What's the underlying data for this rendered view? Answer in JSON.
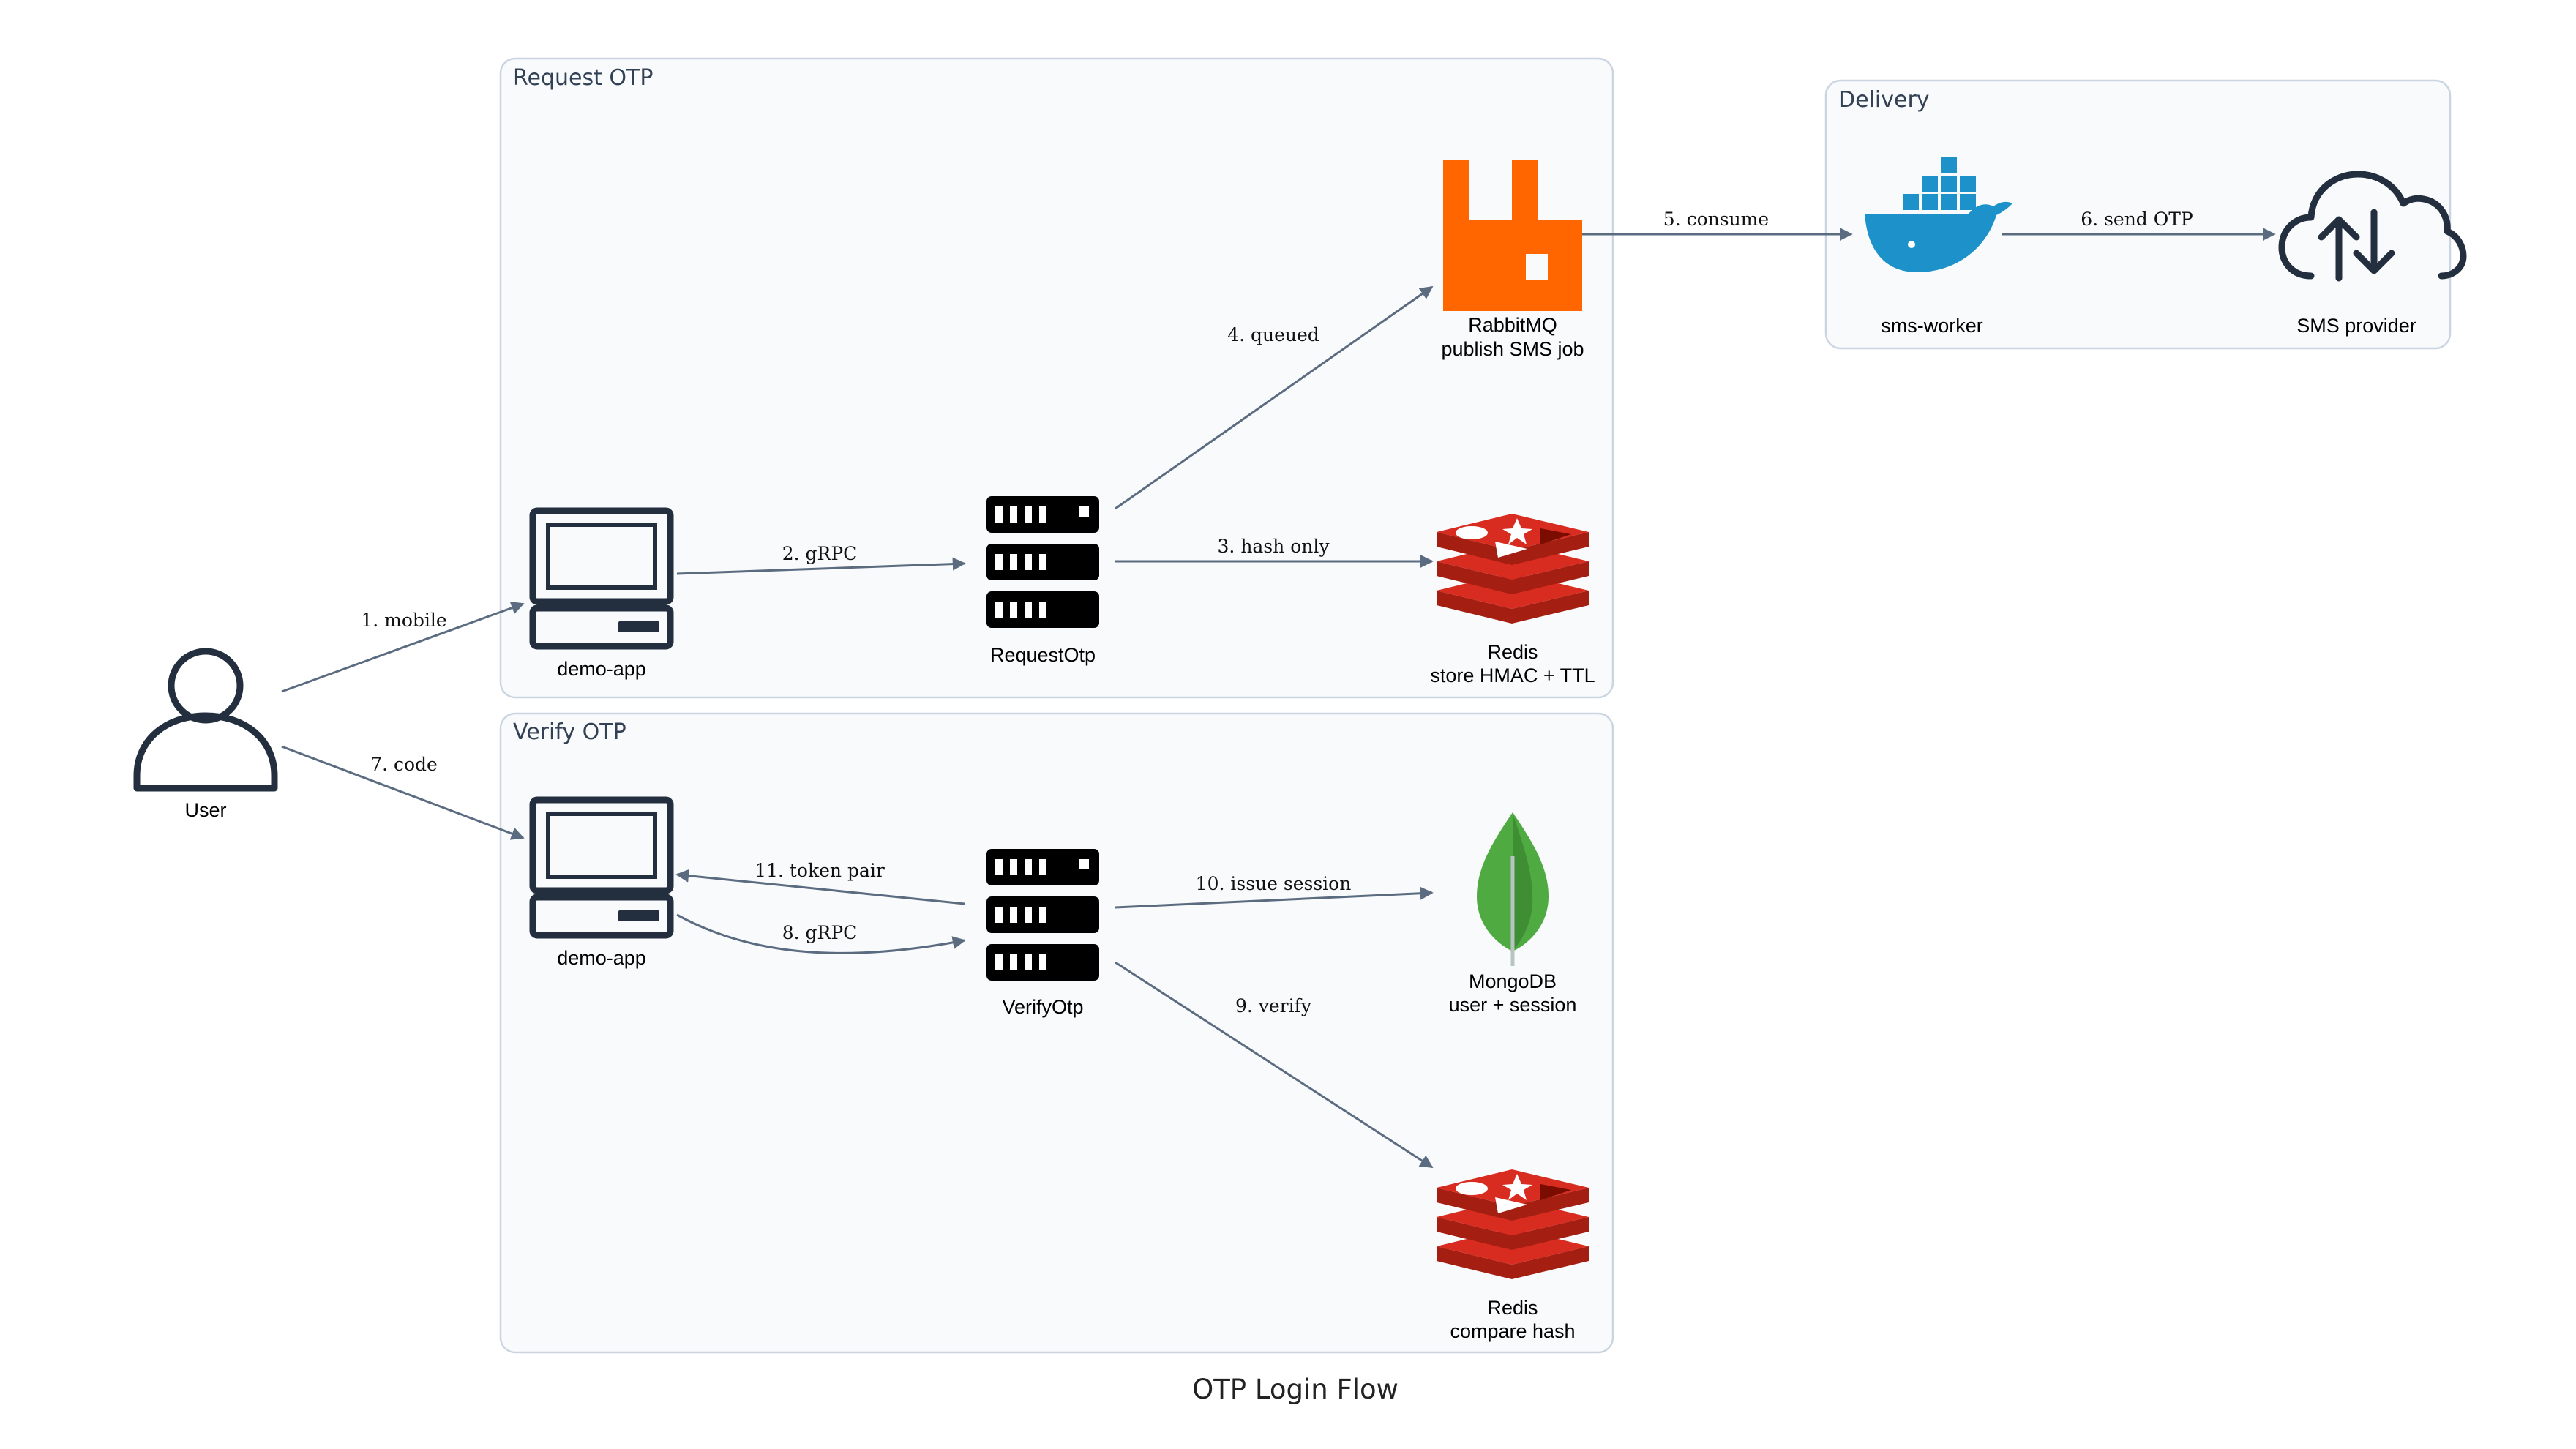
{
  "title": "OTP Login Flow",
  "colors": {
    "cluster_fill": "#f8fafc",
    "cluster_border": "#cbd5e1",
    "edge": "#5b6b80",
    "rabbitmq": "#ff6600",
    "redis": "#d82c20",
    "mongodb": "#4faa41",
    "docker": "#1d91c9",
    "icon_dark": "#232f3e"
  },
  "clusters": {
    "request": {
      "title": "Request OTP"
    },
    "verify": {
      "title": "Verify OTP"
    },
    "delivery": {
      "title": "Delivery"
    }
  },
  "nodes": {
    "user": {
      "label": "User",
      "icon": "user-icon"
    },
    "app_request": {
      "label": "demo-app",
      "icon": "laptop-icon"
    },
    "app_verify": {
      "label": "demo-app",
      "icon": "laptop-icon"
    },
    "request_otp": {
      "label": "RequestOtp",
      "icon": "server-icon"
    },
    "verify_otp": {
      "label": "VerifyOtp",
      "icon": "server-icon"
    },
    "rabbitmq": {
      "line1": "RabbitMQ",
      "line2": "publish SMS job",
      "icon": "rabbitmq-icon"
    },
    "redis_store": {
      "line1": "Redis",
      "line2": "store HMAC + TTL",
      "icon": "redis-icon"
    },
    "mongodb": {
      "line1": "MongoDB",
      "line2": "user + session",
      "icon": "mongodb-icon"
    },
    "redis_compare": {
      "line1": "Redis",
      "line2": "compare hash",
      "icon": "redis-icon"
    },
    "sms_worker": {
      "label": "sms-worker",
      "icon": "docker-icon"
    },
    "sms_provider": {
      "label": "SMS provider",
      "icon": "cloud-icon"
    }
  },
  "edges": {
    "e1": "1. mobile",
    "e2": "2. gRPC",
    "e3": "3. hash only",
    "e4": "4. queued",
    "e5": "5. consume",
    "e6": "6. send OTP",
    "e7": "7. code",
    "e8": "8. gRPC",
    "e9": "9. verify",
    "e10": "10. issue session",
    "e11": "11. token pair"
  }
}
